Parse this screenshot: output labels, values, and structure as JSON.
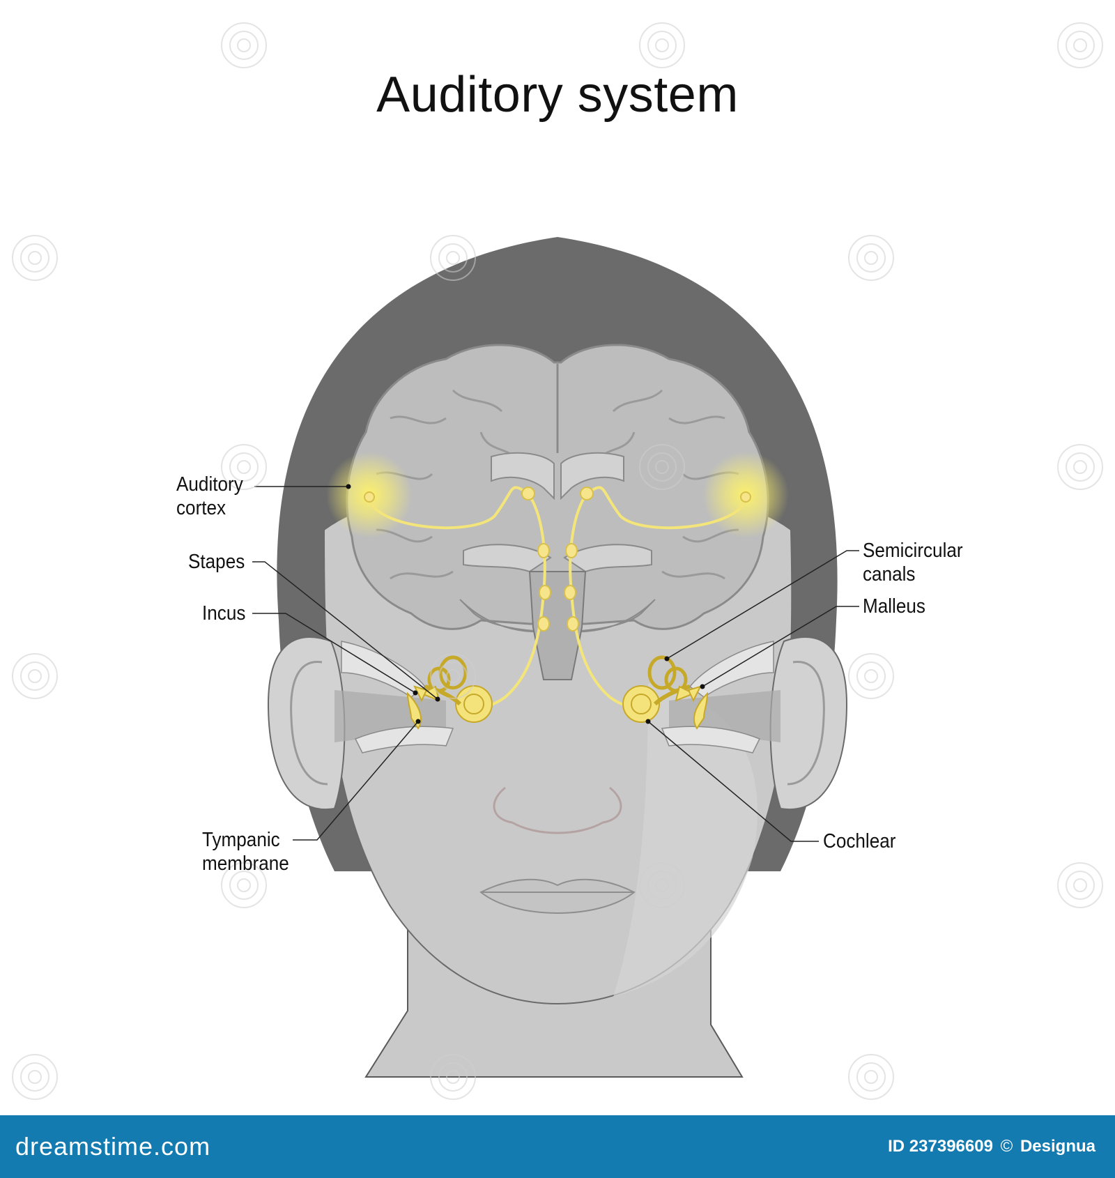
{
  "title": "Auditory system",
  "labels": {
    "auditory_cortex": [
      "Auditory",
      "cortex"
    ],
    "stapes": "Stapes",
    "incus": "Incus",
    "tympanic_membrane": [
      "Tympanic",
      "membrane"
    ],
    "semicircular_canals": [
      "Semicircular",
      "canals"
    ],
    "malleus": "Malleus",
    "cochlear": "Cochlear"
  },
  "footer": {
    "brand": "dreamstime.com",
    "id_text": "ID 237396609",
    "copyright_symbol": "©",
    "author": "Designua"
  },
  "colors": {
    "hair": "#6b6b6b",
    "skin": "#c7c7c7",
    "brain": "#bdbdbd",
    "nerve": "#f3e57a",
    "glow": "#fff36a",
    "footer": "#137bb0"
  },
  "icons": [
    "watermark-spiral-icon"
  ]
}
